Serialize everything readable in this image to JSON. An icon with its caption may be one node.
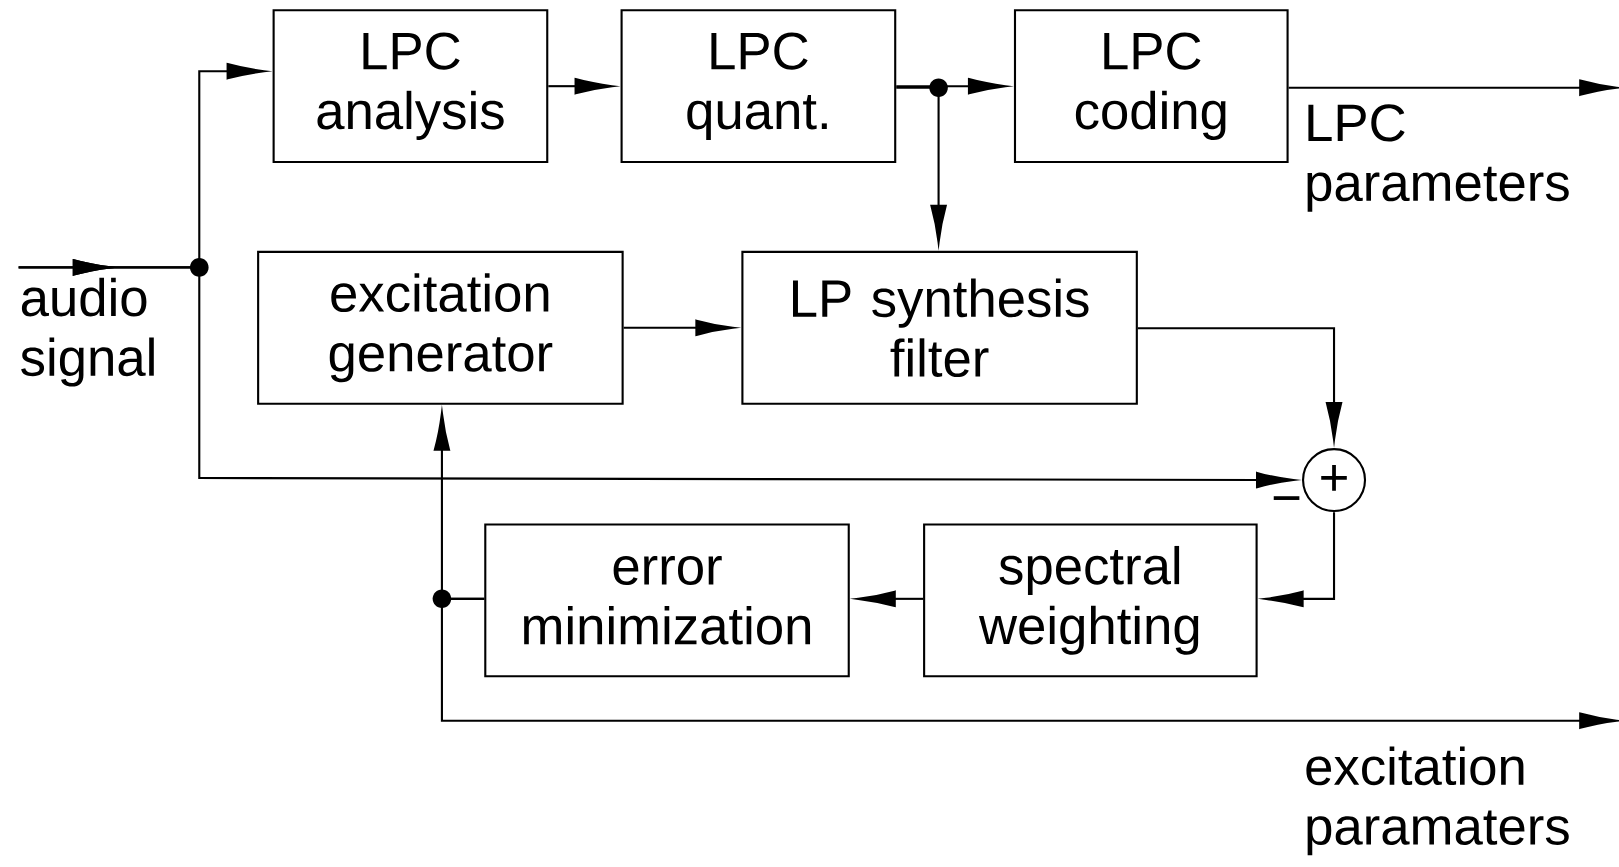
{
  "diagram": {
    "nodes": [
      {
        "text": [
          "audio signal"
        ]
      },
      {
        "text": [
          "LPC analysis"
        ]
      },
      {
        "text": [
          "LPC quant."
        ]
      },
      {
        "text": [
          "LPC coding"
        ]
      },
      {
        "text": [
          "LPC parameters"
        ]
      },
      {
        "text": [
          "excitation generator"
        ]
      },
      {
        "text": [
          "LP synthesis filter"
        ]
      },
      {
        "text": [
          "+"
        ],
        "beside": [
          "−"
        ]
      },
      {
        "text": [
          "error minimization"
        ]
      },
      {
        "text": [
          "spectral weighting"
        ]
      },
      {
        "text": [
          "excitation paramaters"
        ]
      }
    ],
    "edges": [
      {
        "from": 0,
        "to": 1,
        "arrow": "to"
      },
      {
        "from": 0,
        "to": 7,
        "arrow": "to"
      },
      {
        "from": 1,
        "to": 2,
        "arrow": "to"
      },
      {
        "from": 2,
        "to": 3,
        "arrow": "to"
      },
      {
        "from": 2,
        "to": 6,
        "arrow": "to"
      },
      {
        "from": 3,
        "to": 4,
        "arrow": "to"
      },
      {
        "from": 5,
        "to": 6,
        "arrow": "to"
      },
      {
        "from": 6,
        "to": 7,
        "arrow": "to"
      },
      {
        "from": 7,
        "to": 9,
        "arrow": "to"
      },
      {
        "from": 9,
        "to": 8,
        "arrow": "to"
      },
      {
        "from": 8,
        "to": 5,
        "arrow": "to"
      },
      {
        "from": 8,
        "to": 10,
        "arrow": "to"
      }
    ]
  }
}
